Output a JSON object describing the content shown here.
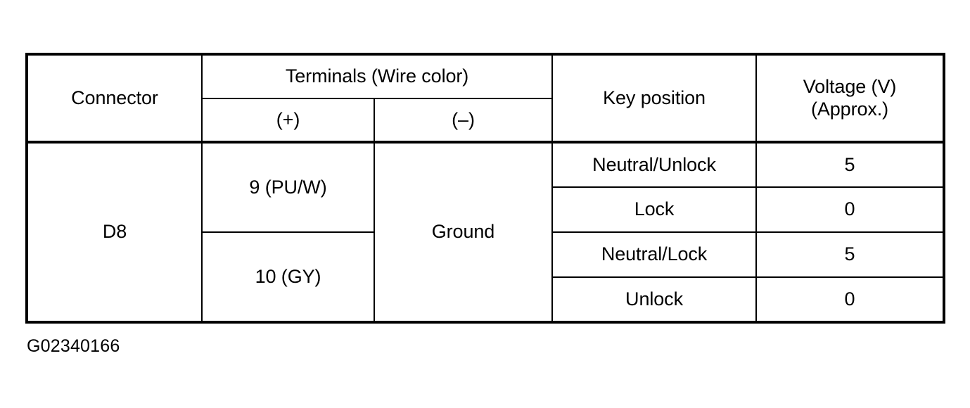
{
  "table": {
    "headers": {
      "connector": "Connector",
      "terminals_group": "Terminals (Wire color)",
      "terminal_positive": "(+)",
      "terminal_negative": "(–)",
      "key_position": "Key position",
      "voltage_line1": "Voltage (V)",
      "voltage_line2": "(Approx.)"
    },
    "connector": "D8",
    "terminal_positive_rows": [
      "9 (PU/W)",
      "10 (GY)"
    ],
    "terminal_negative": "Ground",
    "rows": [
      {
        "key_position": "Neutral/Unlock",
        "voltage": "5"
      },
      {
        "key_position": "Lock",
        "voltage": "0"
      },
      {
        "key_position": "Neutral/Lock",
        "voltage": "5"
      },
      {
        "key_position": "Unlock",
        "voltage": "0"
      }
    ]
  },
  "caption": "G02340166"
}
